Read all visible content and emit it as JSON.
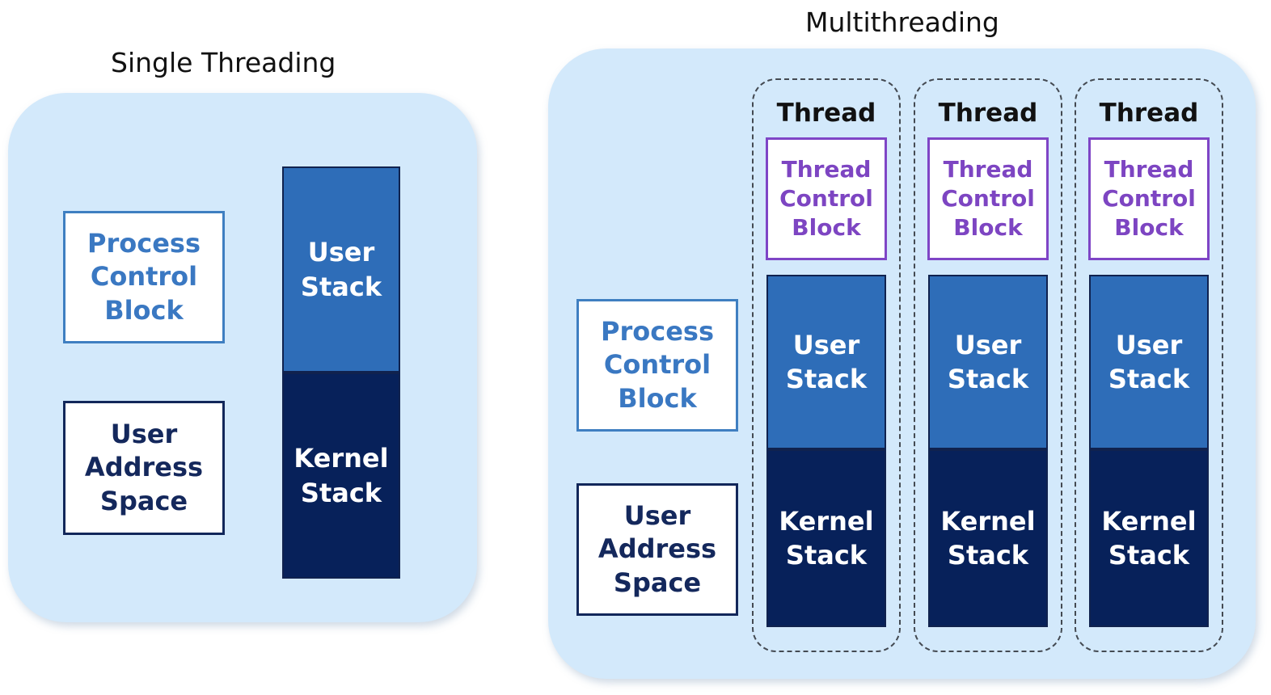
{
  "single": {
    "title": "Single Threading",
    "process_control_block": "Process\nControl\nBlock",
    "user_address_space": "User\nAddress\nSpace",
    "user_stack": "User\nStack",
    "kernel_stack": "Kernel\nStack"
  },
  "multi": {
    "title": "Multithreading",
    "process_control_block": "Process\nControl\nBlock",
    "user_address_space": "User\nAddress\nSpace",
    "threads": [
      {
        "label": "Thread",
        "thread_control_block": "Thread\nControl\nBlock",
        "user_stack": "User\nStack",
        "kernel_stack": "Kernel\nStack"
      },
      {
        "label": "Thread",
        "thread_control_block": "Thread\nControl\nBlock",
        "user_stack": "User\nStack",
        "kernel_stack": "Kernel\nStack"
      },
      {
        "label": "Thread",
        "thread_control_block": "Thread\nControl\nBlock",
        "user_stack": "User\nStack",
        "kernel_stack": "Kernel\nStack"
      }
    ]
  },
  "colors": {
    "panel_background": "#d3e9fb",
    "process_control_block_text": "#3a78c2",
    "user_address_space_text": "#14285c",
    "thread_control_block_text": "#7d45c2",
    "user_stack_fill": "#2e6db8",
    "kernel_stack_fill": "#07215a"
  }
}
